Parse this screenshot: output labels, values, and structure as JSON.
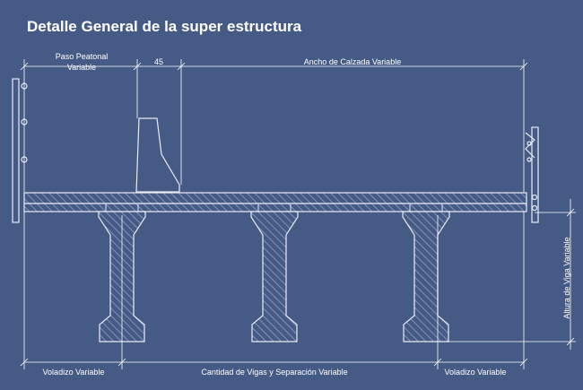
{
  "title": "Detalle General de la super estructura",
  "labels": {
    "paso_peatonal_line1": "Paso Peatonal",
    "paso_peatonal_line2": "Variable",
    "dim_45": "45",
    "ancho_calzada": "Ancho de Calzada Variable",
    "altura_viga": "Altura de Viga Variable",
    "voladizo_left": "Voladizo Variable",
    "cantidad_vigas": "Cantidad de Vigas y Separación Variable",
    "voladizo_right": "Voladizo Variable"
  },
  "colors": {
    "background": "#465a86",
    "line": "#e8ecf4",
    "hatch": "#8fa0c4"
  }
}
